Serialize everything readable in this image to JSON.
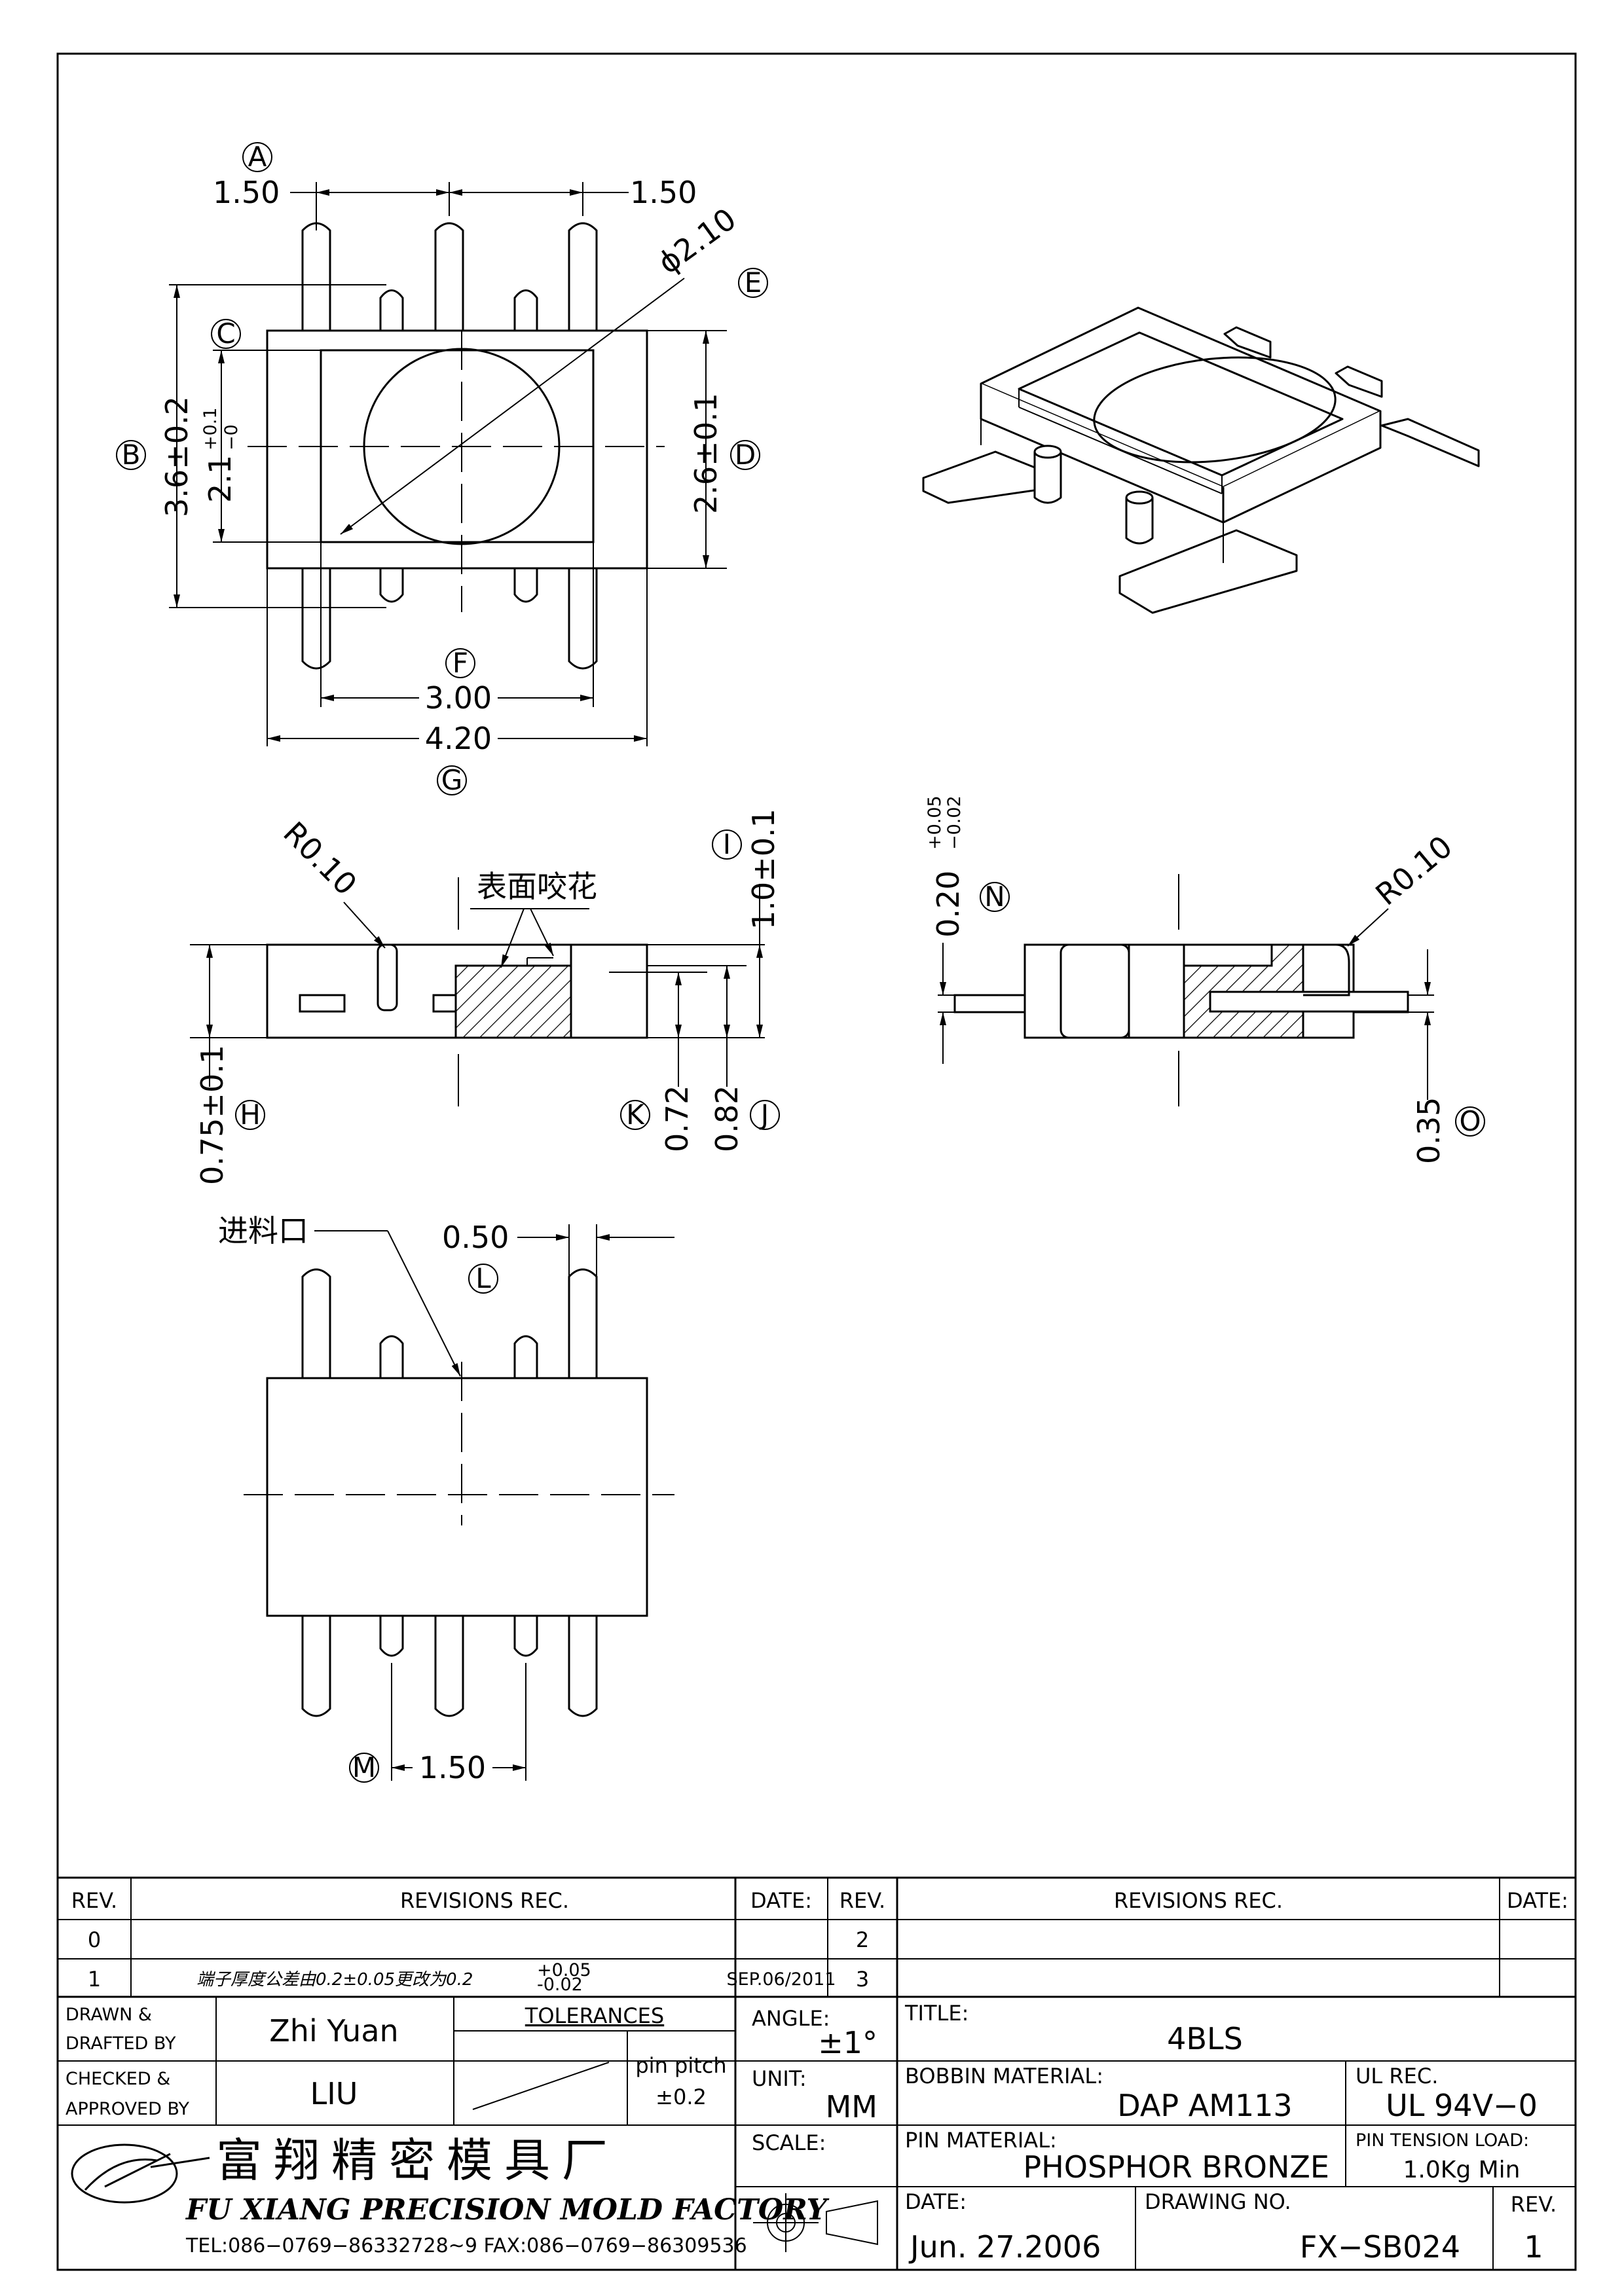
{
  "drawing": {
    "top_view": {
      "pitch_left": "1.50",
      "pitch_right": "1.50",
      "diameter": "ϕ2.10",
      "height_total": "3.6±0.2",
      "height_inner": "2.1",
      "height_inner_tol": "+0.1",
      "height_inner_tol2": "−0",
      "body_height": "2.6±0.1",
      "inner_width": "3.00",
      "outer_width": "4.20",
      "callouts": {
        "A": "A",
        "B": "B",
        "C": "C",
        "D": "D",
        "E": "E",
        "F": "F",
        "G": "G"
      }
    },
    "side_view": {
      "radius": "R0.10",
      "surface_note": "表面咬花",
      "total_height": "1.0±0.1",
      "base_height": "0.75±0.1",
      "dim_k": "0.72",
      "dim_j": "0.82",
      "callouts": {
        "H": "H",
        "I": "I",
        "J": "J",
        "K": "K"
      }
    },
    "end_view": {
      "pin_thickness": "0.20",
      "pin_tol_plus": "+0.05",
      "pin_tol_minus": "−0.02",
      "radius": "R0.10",
      "pin_offset": "0.35",
      "callouts": {
        "N": "N",
        "O": "O"
      }
    },
    "bottom_view": {
      "gate_note": "进料口",
      "pin_width": "0.50",
      "pitch": "1.50",
      "callouts": {
        "L": "L",
        "M": "M"
      }
    }
  },
  "title_block": {
    "headers": {
      "rev": "REV.",
      "revisions": "REVISIONS REC.",
      "date": "DATE:"
    },
    "left_revisions": [
      {
        "rev": "0",
        "text": "",
        "date": ""
      },
      {
        "rev": "1",
        "text": "端子厚度公差由0.2±0.05更改为0.2",
        "tol_plus": "+0.05",
        "tol_minus": "-0.02",
        "date": "SEP.06/2011"
      }
    ],
    "right_revisions": [
      {
        "rev": "2",
        "text": ""
      },
      {
        "rev": "3",
        "text": ""
      }
    ],
    "drawn_label_1": "DRAWN &",
    "drawn_label_2": "DRAFTED BY",
    "drawn_by": "Zhi Yuan",
    "checked_label_1": "CHECKED &",
    "checked_label_2": "APPROVED BY",
    "checked_by": "LIU",
    "tolerances_label": "TOLERANCES",
    "pin_pitch_label": "pin pitch",
    "pin_pitch_value": "±0.2",
    "angle_label": "ANGLE:",
    "angle_value": "±1°",
    "unit_label": "UNIT:",
    "unit_value": "MM",
    "scale_label": "SCALE:",
    "title_label": "TITLE:",
    "title_value": "4BLS",
    "bobbin_material_label": "BOBBIN MATERIAL:",
    "bobbin_material_value": "DAP AM113",
    "ul_label": "UL REC.",
    "ul_value": "UL 94V−0",
    "pin_material_label": "PIN MATERIAL:",
    "pin_material_value": "PHOSPHOR BRONZE",
    "tension_label": "PIN TENSION LOAD:",
    "tension_value": "1.0Kg Min",
    "date_label": "DATE:",
    "date_value": "Jun. 27.2006",
    "drawing_no_label": "DRAWING NO.",
    "drawing_no_value": "FX−SB024",
    "rev_label": "REV.",
    "rev_value": "1",
    "company_cn": "富翔精密模具厂",
    "company_en": "FU XIANG PRECISION MOLD FACTORY",
    "company_tel": "TEL:086−0769−86332728~9 FAX:086−0769−86309536"
  }
}
